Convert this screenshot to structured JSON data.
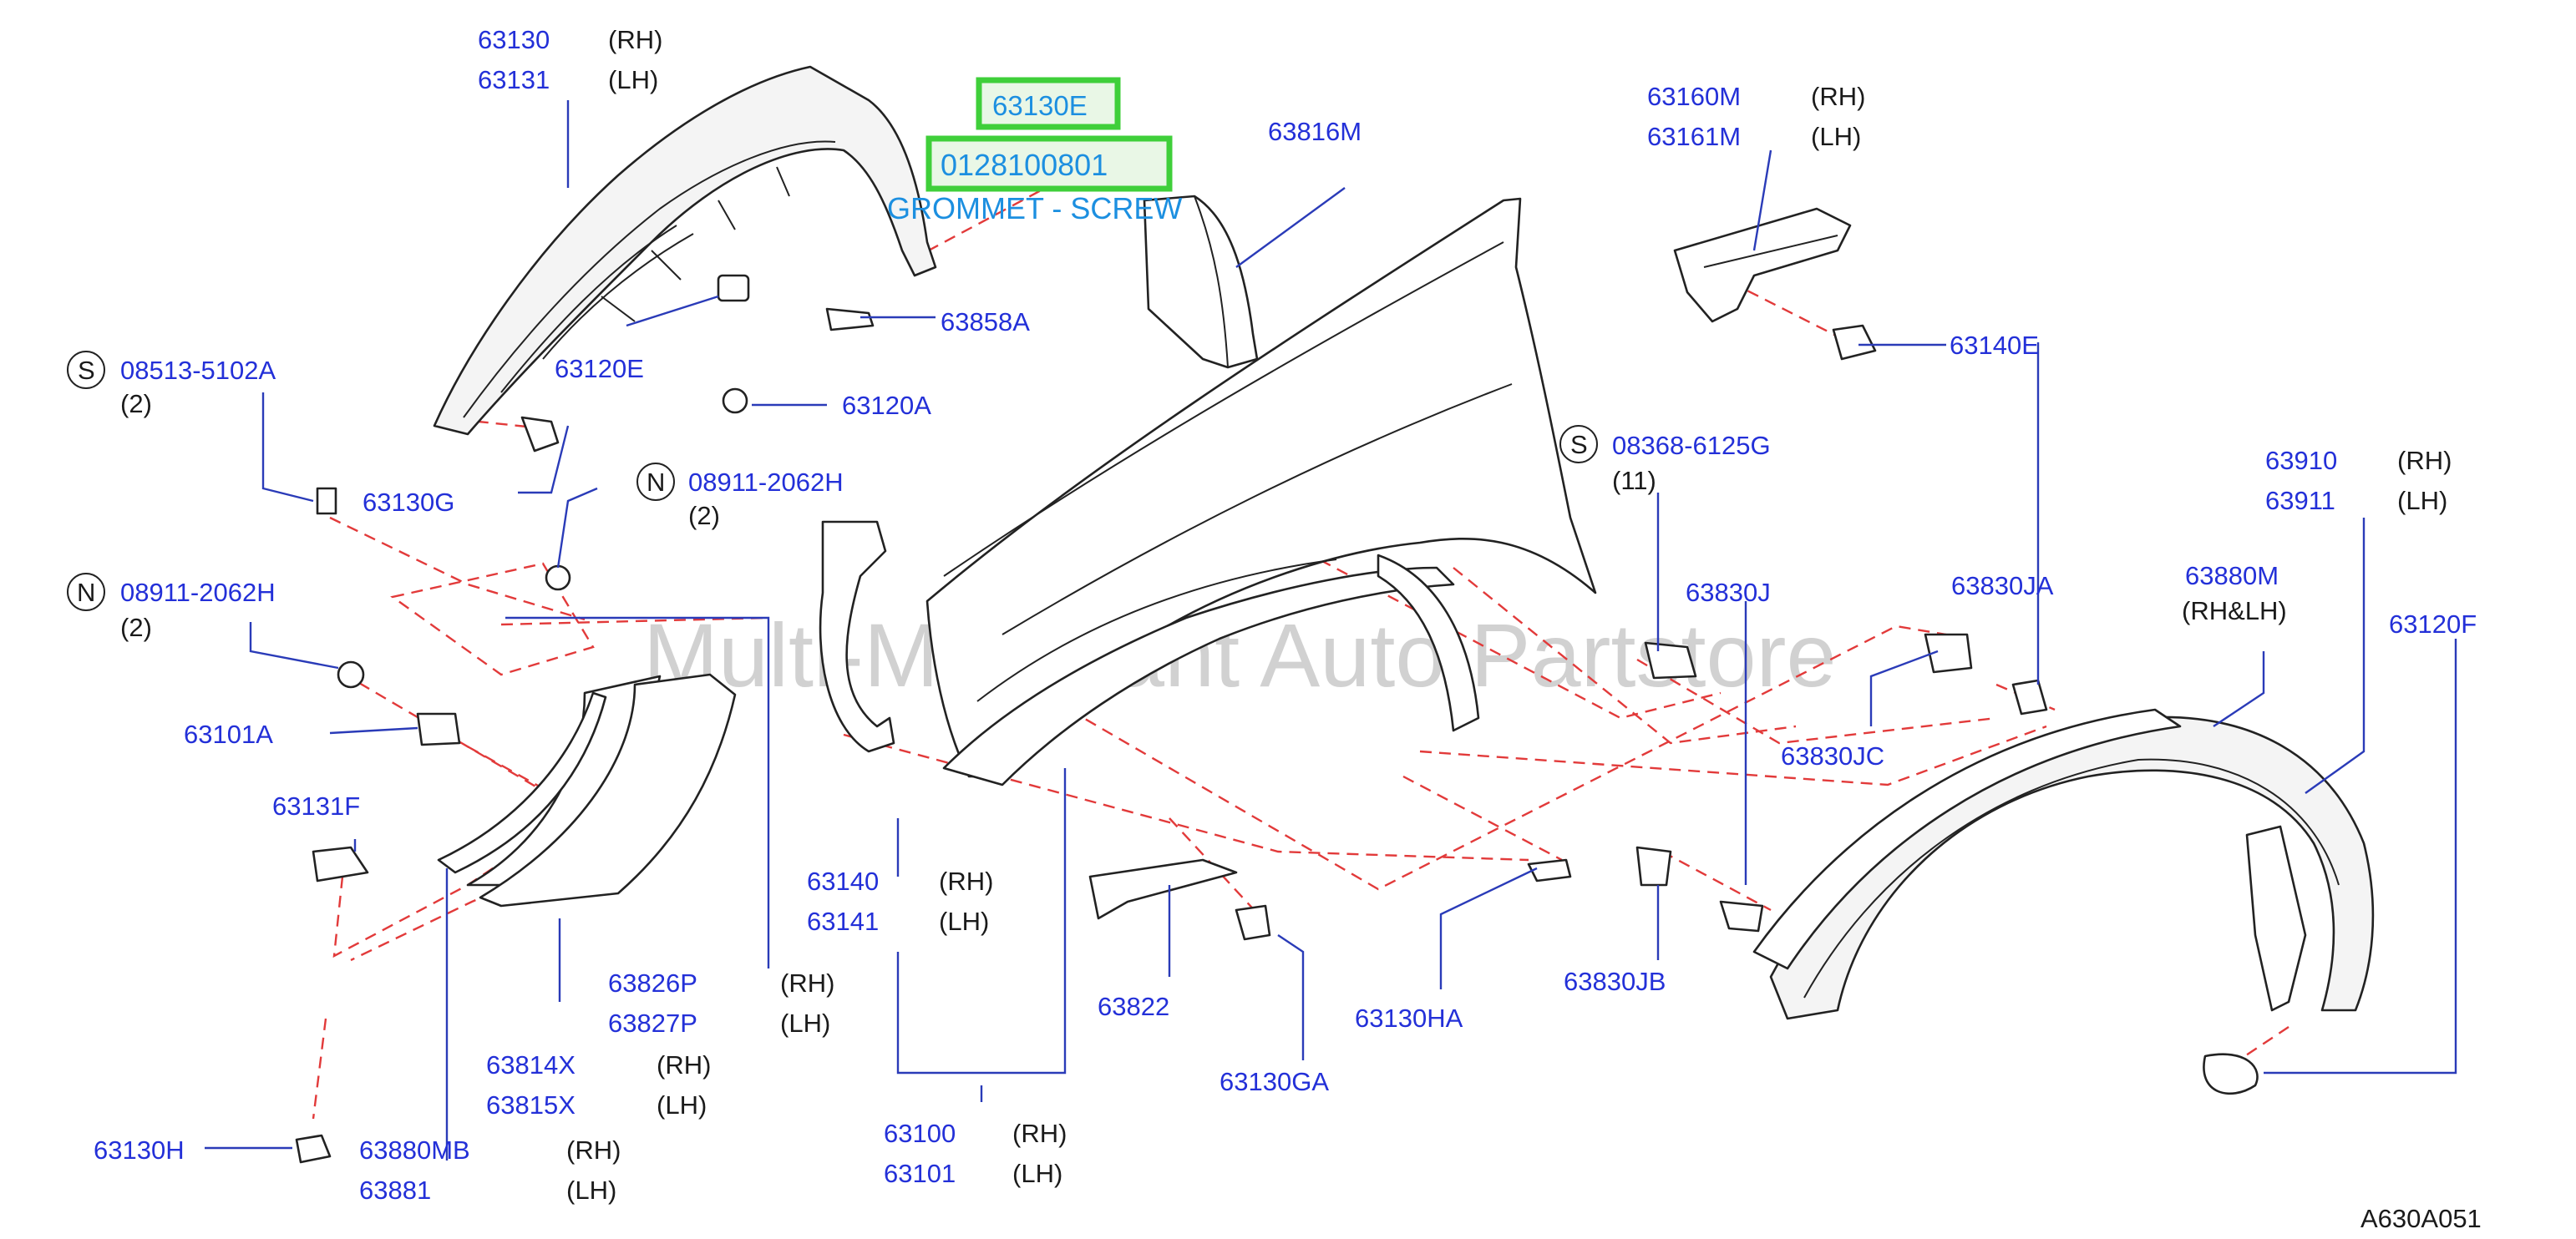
{
  "watermark": "Multi-Merchant Auto Partstore",
  "figure_code": "A630A051",
  "highlight": {
    "part": "63130E",
    "number": "0128100801",
    "caption": "GROMMET - SCREW"
  },
  "labels": {
    "p63130": "63130",
    "p63131": "63131",
    "p63816M": "63816M",
    "p63160M": "63160M",
    "p63161M": "63161M",
    "p63140E": "63140E",
    "p63858A": "63858A",
    "p63120E": "63120E",
    "p63120A": "63120A",
    "s08513": "08513-5102A",
    "p63130G": "63130G",
    "n08911a": "08911-2062H",
    "n08911b": "08911-2062H",
    "s08368": "08368-6125G",
    "p63910": "63910",
    "p63911": "63911",
    "p63830J": "63830J",
    "p63830JA": "63830JA",
    "p63830JC": "63830JC",
    "p63880M": "63880M",
    "p63120F": "63120F",
    "p63101A": "63101A",
    "p63131F": "63131F",
    "p63140": "63140",
    "p63141": "63141",
    "p63826P": "63826P",
    "p63827P": "63827P",
    "p63814X": "63814X",
    "p63815X": "63815X",
    "p63822": "63822",
    "p63130HA": "63130HA",
    "p63830JB": "63830JB",
    "p63130GA": "63130GA",
    "p63130H": "63130H",
    "p63880MB": "63880MB",
    "p63881": "63881",
    "p63100": "63100",
    "p63101": "63101"
  },
  "sides": {
    "rh": "(RH)",
    "lh": "(LH)",
    "rhlh": "(RH&LH)"
  },
  "qty": {
    "q2": "(2)",
    "q11": "(11)"
  },
  "markers": {
    "s": "S",
    "n": "N"
  }
}
